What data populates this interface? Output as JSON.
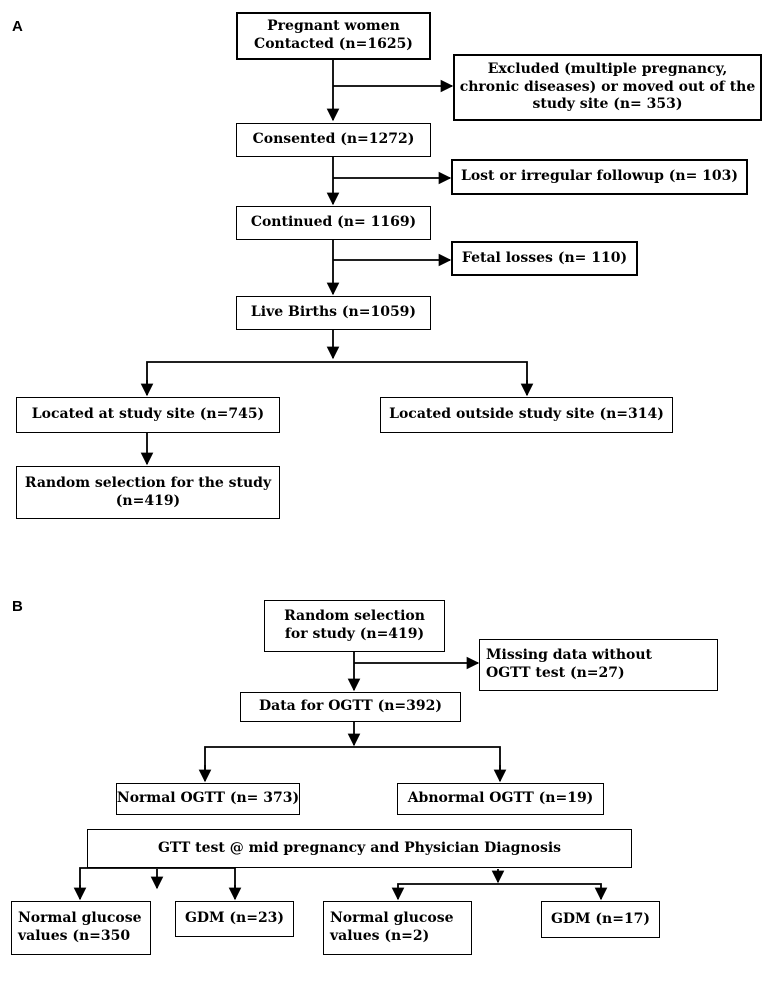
{
  "panels": {
    "a": {
      "label": "A",
      "boxes": {
        "contacted": [
          "Pregnant women",
          "Contacted (n=1625)"
        ],
        "excluded": [
          "Excluded (multiple pregnancy,",
          "chronic diseases) or moved out of the",
          "study site (n= 353)"
        ],
        "consented": [
          "Consented (n=1272)"
        ],
        "lost": [
          "Lost or irregular followup (n= 103)"
        ],
        "continued": [
          "Continued (n= 1169)"
        ],
        "fetal_losses": [
          "Fetal losses (n= 110)"
        ],
        "live_births": [
          "Live Births (n=1059)"
        ],
        "located_at_site": [
          "Located at study site (n=745)"
        ],
        "located_outside": [
          "Located outside study site (n=314)"
        ],
        "random_selection": [
          "Random selection for the study",
          "(n=419)"
        ]
      }
    },
    "b": {
      "label": "B",
      "boxes": {
        "random_selection": [
          "Random selection",
          "for study (n=419)"
        ],
        "missing_data": [
          "Missing data without",
          "OGTT test (n=27)"
        ],
        "data_ogtt": [
          "Data for OGTT (n=392)"
        ],
        "normal_ogtt": [
          "Normal OGTT (n= 373)"
        ],
        "abnormal_ogtt": [
          "Abnormal OGTT (n=19)"
        ],
        "gtt_test": [
          "GTT test @ mid pregnancy and Physician Diagnosis"
        ],
        "normal_glucose_350": [
          "Normal glucose",
          "values (n=350"
        ],
        "gdm_23": [
          "GDM (n=23)"
        ],
        "normal_glucose_2": [
          "Normal glucose",
          "values (n=2)"
        ],
        "gdm_17": [
          "GDM (n=17)"
        ]
      }
    }
  }
}
